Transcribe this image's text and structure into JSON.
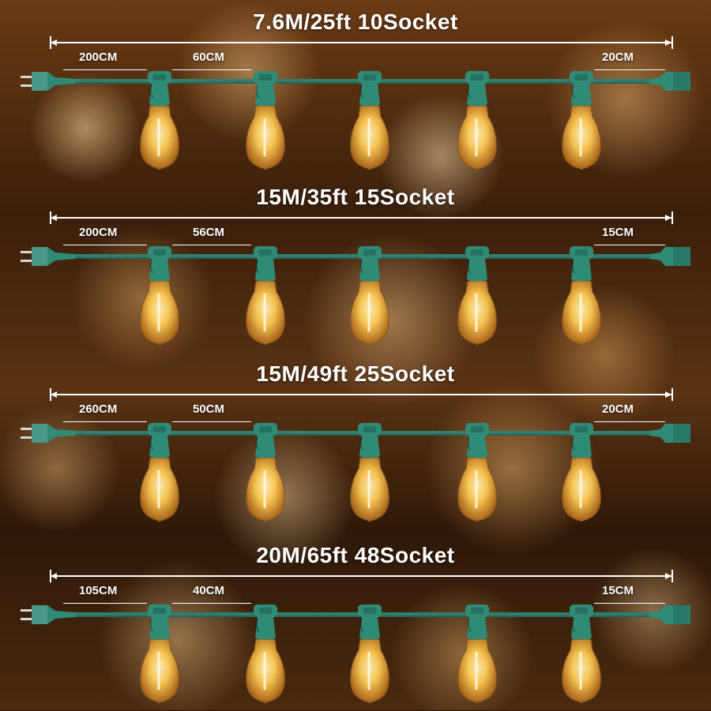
{
  "colors": {
    "cord": "#2f7f6e",
    "socket": "#2f8a76",
    "glow": "#ffcc55",
    "text": "#ffffff"
  },
  "sections": [
    {
      "title": "7.6M/25ft 10Socket",
      "first_spacing": "200CM",
      "bulb_spacing": "60CM",
      "end_spacing": "20CM"
    },
    {
      "title": "15M/35ft 15Socket",
      "first_spacing": "200CM",
      "bulb_spacing": "56CM",
      "end_spacing": "15CM"
    },
    {
      "title": "15M/49ft 25Socket",
      "first_spacing": "260CM",
      "bulb_spacing": "50CM",
      "end_spacing": "20CM"
    },
    {
      "title": "20M/65ft 48Socket",
      "first_spacing": "105CM",
      "bulb_spacing": "40CM",
      "end_spacing": "15CM"
    }
  ]
}
